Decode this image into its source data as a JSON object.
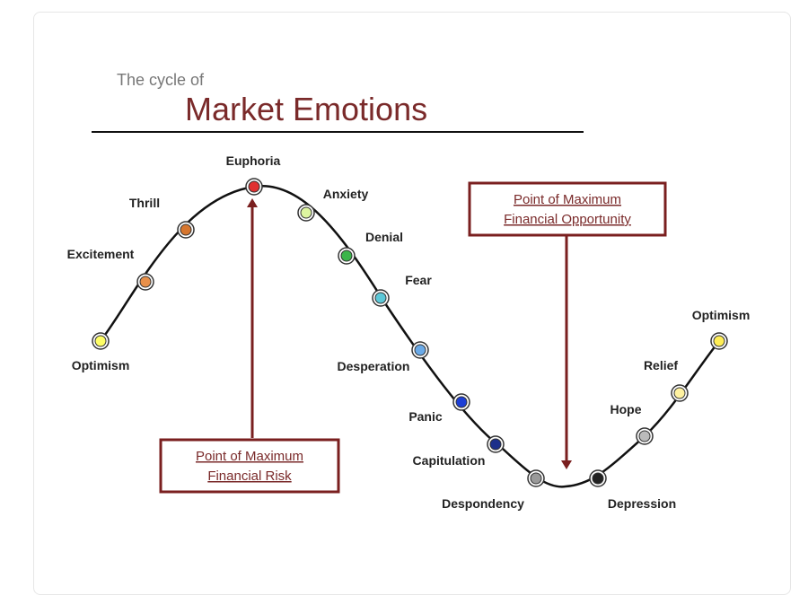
{
  "title": {
    "subtitle": "The cycle of",
    "main": "Market Emotions"
  },
  "colors": {
    "accent": "#7a1f1f",
    "curve": "#111111"
  },
  "stages": [
    {
      "name": "Optimism",
      "color": "#ffff66"
    },
    {
      "name": "Excitement",
      "color": "#e8904a"
    },
    {
      "name": "Thrill",
      "color": "#d6762e"
    },
    {
      "name": "Euphoria",
      "color": "#e03030"
    },
    {
      "name": "Anxiety",
      "color": "#ddf5a0"
    },
    {
      "name": "Denial",
      "color": "#3ab54a"
    },
    {
      "name": "Fear",
      "color": "#5cc8d8"
    },
    {
      "name": "Desperation",
      "color": "#6aaae8"
    },
    {
      "name": "Panic",
      "color": "#1d3fd6"
    },
    {
      "name": "Capitulation",
      "color": "#1c2f8a"
    },
    {
      "name": "Despondency",
      "color": "#9a9a9a"
    },
    {
      "name": "Depression",
      "color": "#222222"
    },
    {
      "name": "Hope",
      "color": "#bbbbbb"
    },
    {
      "name": "Relief",
      "color": "#fff2a0"
    },
    {
      "name": "Optimism",
      "color": "#ffee55"
    }
  ],
  "callouts": {
    "risk": {
      "line1": "Point of Maximum",
      "line2": "Financial Risk"
    },
    "opportunity": {
      "line1": "Point of Maximum",
      "line2": "Financial Opportunity"
    }
  }
}
